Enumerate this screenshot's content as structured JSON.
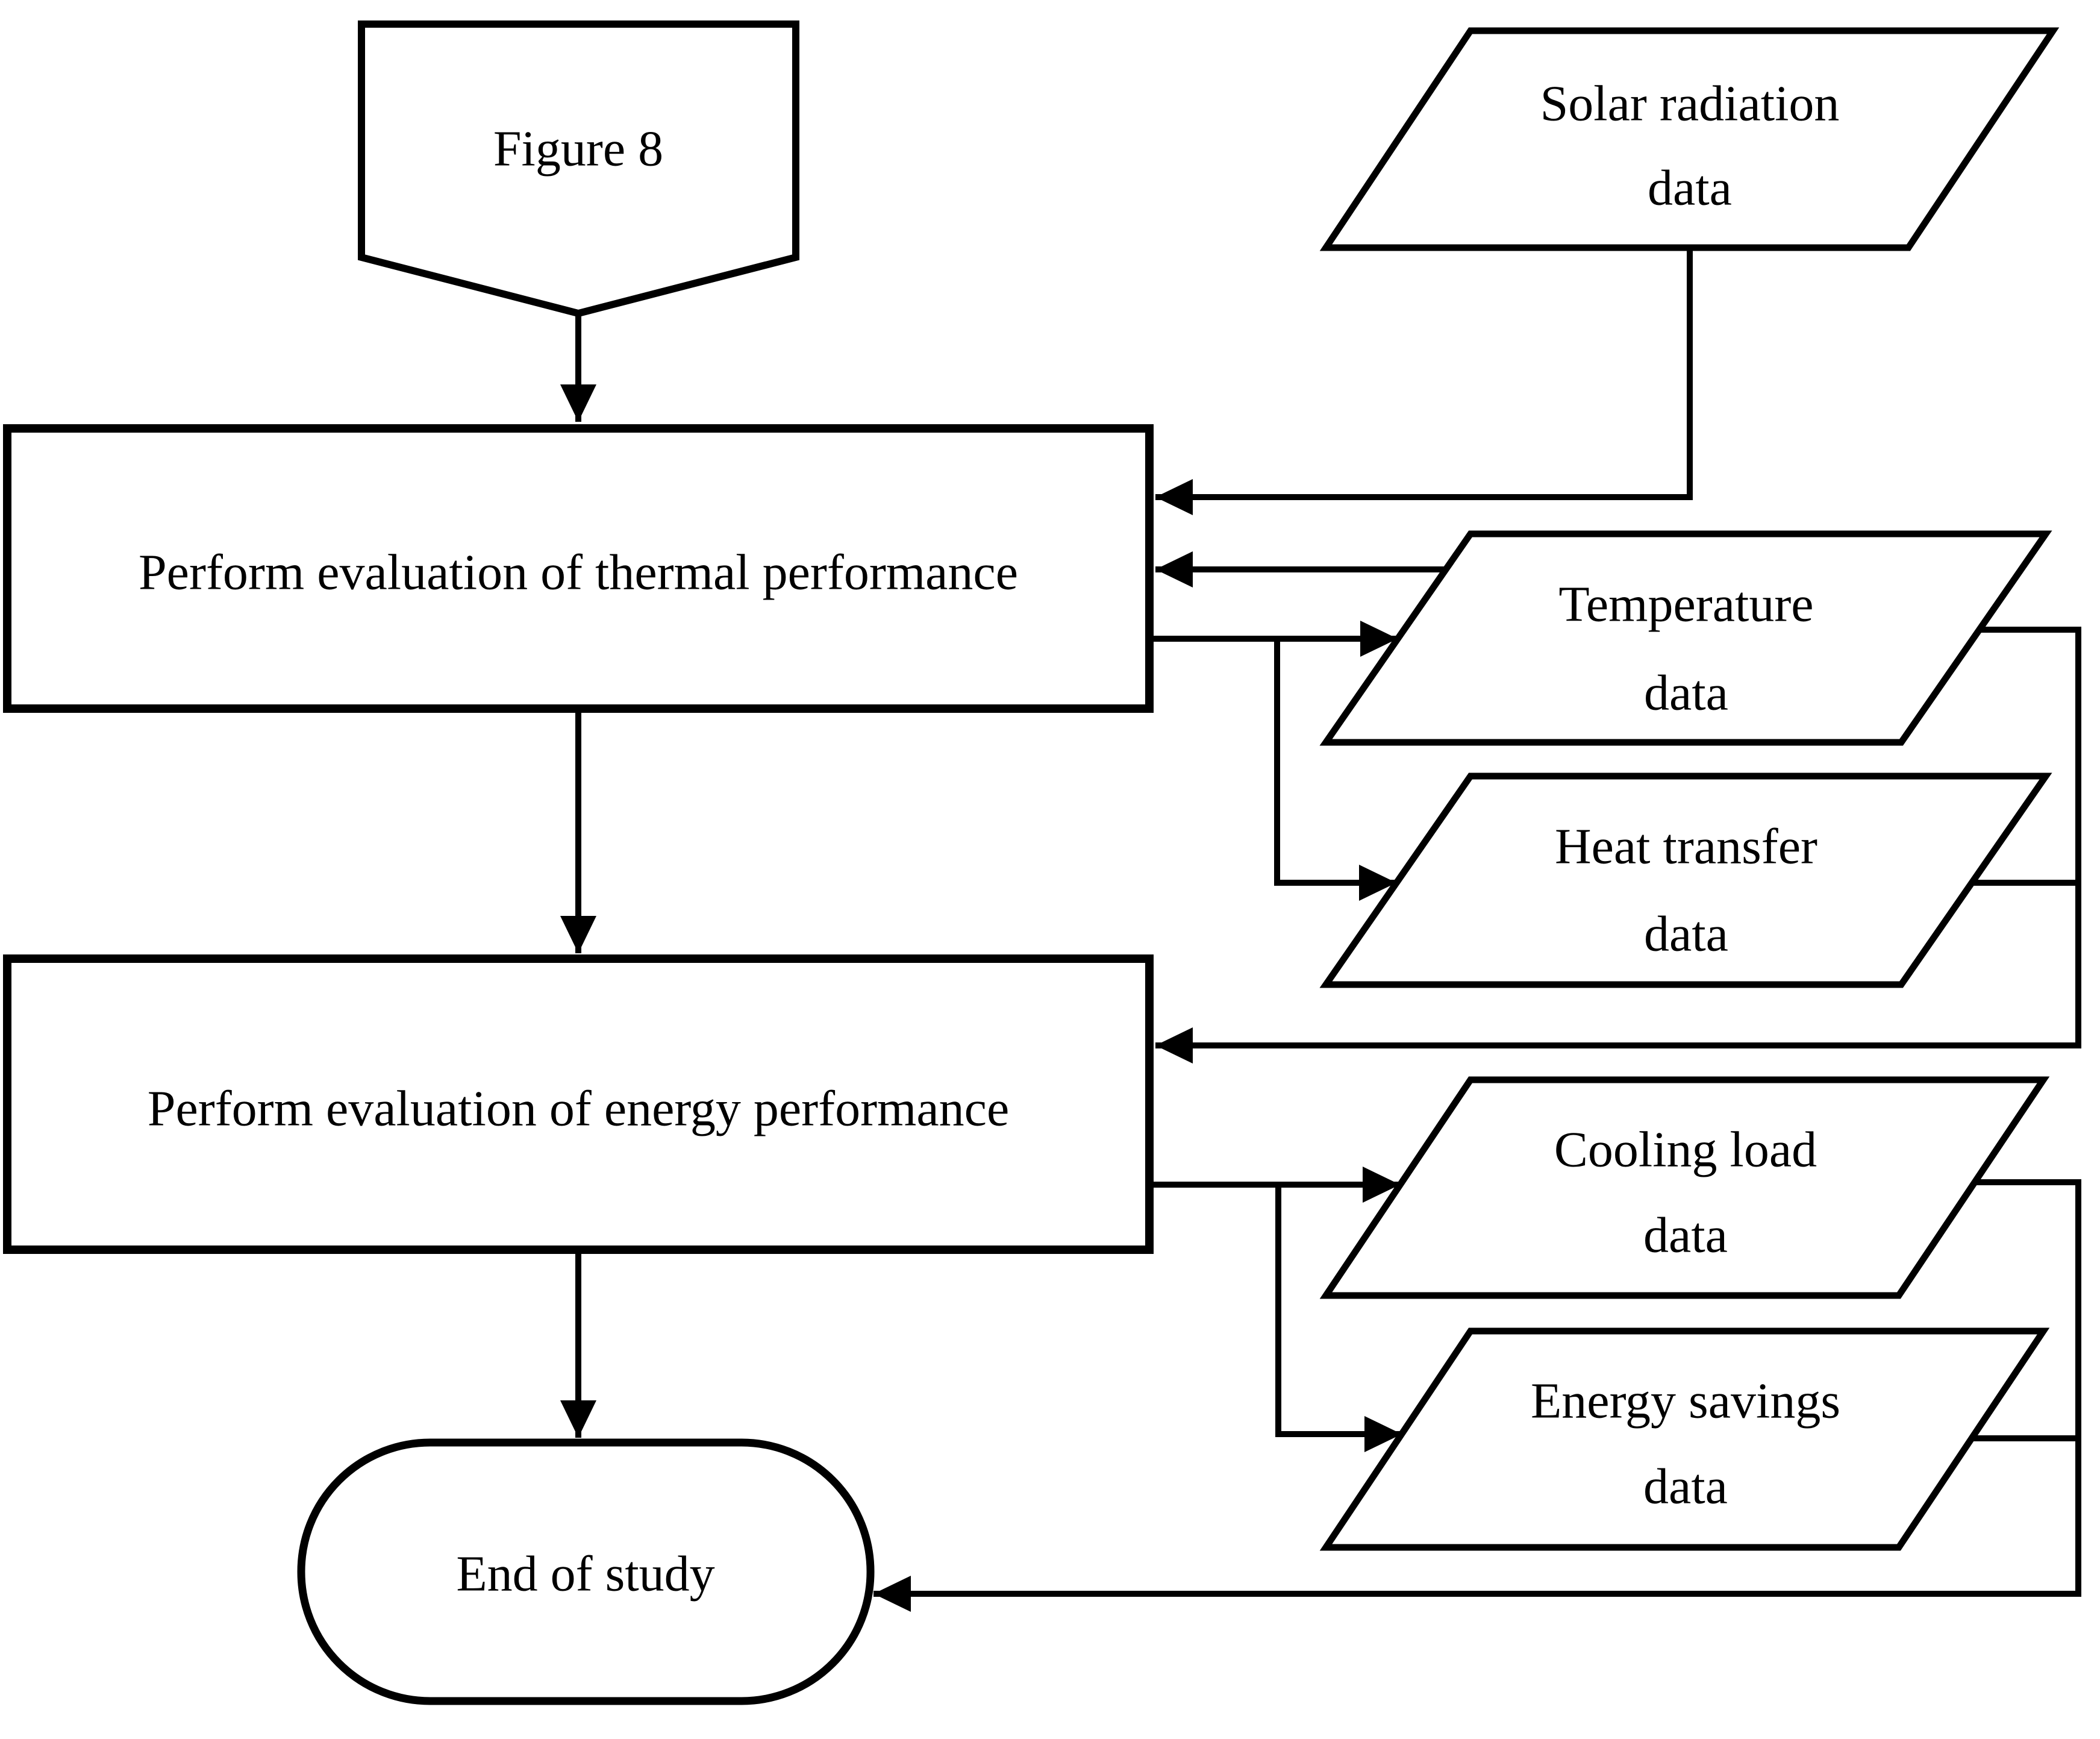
{
  "canvas": {
    "background": "#ffffff",
    "line_color": "#000000"
  },
  "flowchart": {
    "nodes": {
      "figure_ref": {
        "shape": "off-page-reference",
        "label": "Figure 8"
      },
      "thermal_process": {
        "shape": "process-rectangle",
        "label": "Perform evaluation of thermal performance"
      },
      "energy_process": {
        "shape": "process-rectangle",
        "label": "Perform evaluation of energy performance"
      },
      "solar_data": {
        "shape": "data-parallelogram",
        "line1": "Solar radiation",
        "line2": "data"
      },
      "temperature_data": {
        "shape": "data-parallelogram",
        "line1": "Temperature",
        "line2": "data"
      },
      "heat_transfer_data": {
        "shape": "data-parallelogram",
        "line1": "Heat transfer",
        "line2": "data"
      },
      "cooling_load_data": {
        "shape": "data-parallelogram",
        "line1": "Cooling load",
        "line2": "data"
      },
      "energy_savings_data": {
        "shape": "data-parallelogram",
        "line1": "Energy savings",
        "line2": "data"
      },
      "end_terminator": {
        "shape": "terminator-stadium",
        "label": "End of study"
      }
    },
    "edges": [
      {
        "from": "figure_ref",
        "to": "thermal_process"
      },
      {
        "from": "solar_data",
        "to": "thermal_process"
      },
      {
        "from": "temperature_data",
        "to": "thermal_process"
      },
      {
        "from": "thermal_process",
        "to": "temperature_data"
      },
      {
        "from": "thermal_process",
        "to": "heat_transfer_data"
      },
      {
        "from": "thermal_process",
        "to": "energy_process"
      },
      {
        "from": "temperature_data",
        "to": "energy_process"
      },
      {
        "from": "heat_transfer_data",
        "to": "energy_process"
      },
      {
        "from": "energy_process",
        "to": "cooling_load_data"
      },
      {
        "from": "energy_process",
        "to": "energy_savings_data"
      },
      {
        "from": "energy_process",
        "to": "end_terminator"
      },
      {
        "from": "cooling_load_data",
        "to": "end_terminator"
      },
      {
        "from": "energy_savings_data",
        "to": "end_terminator"
      }
    ]
  }
}
